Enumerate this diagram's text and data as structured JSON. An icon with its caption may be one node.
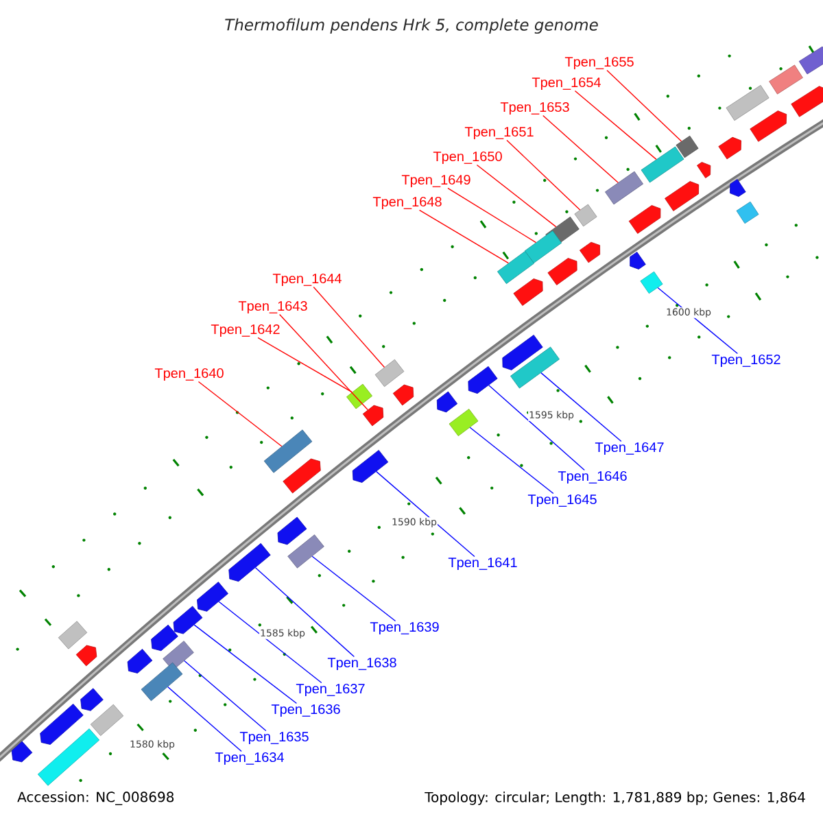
{
  "diagram": {
    "title": "*Thermofilum pendens Hrk 5, complete genome*",
    "nodes": [
      {
        "text": [
          "Tpen_1655"
        ]
      },
      {
        "text": [
          "Tpen_1654"
        ]
      },
      {
        "text": [
          "Tpen_1653"
        ]
      },
      {
        "text": [
          "Tpen_1651"
        ]
      },
      {
        "text": [
          "Tpen_1650"
        ]
      },
      {
        "text": [
          "Tpen_1649"
        ]
      },
      {
        "text": [
          "Tpen_1648"
        ]
      },
      {
        "text": [
          "Tpen_1644"
        ]
      },
      {
        "text": [
          "Tpen_1643"
        ]
      },
      {
        "text": [
          "Tpen_1642"
        ]
      },
      {
        "text": [
          "Tpen_1652"
        ]
      },
      {
        "text": [
          "Tpen_1640"
        ]
      },
      {
        "text": [
          "Tpen_1647"
        ]
      },
      {
        "text": [
          "Tpen_1646"
        ]
      },
      {
        "text": [
          "Tpen_1645"
        ]
      },
      {
        "text": [
          "Tpen_1641"
        ]
      },
      {
        "text": [
          "Tpen_1639"
        ]
      },
      {
        "text": [
          "Tpen_1638"
        ]
      },
      {
        "text": [
          "Tpen_1637"
        ]
      },
      {
        "text": [
          "Tpen_1636"
        ]
      },
      {
        "text": [
          "Tpen_1635"
        ]
      },
      {
        "text": [
          "Tpen_1634"
        ]
      },
      {
        "text": [],
        "shape": "box"
      },
      {
        "text": [],
        "shape": "box"
      },
      {
        "text": [],
        "shape": "box"
      },
      {
        "text": [],
        "shape": "box"
      },
      {
        "text": [],
        "shape": "box"
      },
      {
        "text": [],
        "shape": "box"
      },
      {
        "text": [],
        "shape": "box"
      },
      {
        "text": [],
        "shape": "box"
      },
      {
        "text": [],
        "shape": "arrow"
      },
      {
        "text": [],
        "shape": "box"
      },
      {
        "text": [],
        "shape": "box"
      },
      {
        "text": [],
        "shape": "box"
      },
      {
        "text": [],
        "shape": "box"
      },
      {
        "text": [],
        "shape": "arrow"
      },
      {
        "text": [],
        "shape": "box"
      },
      {
        "text": [],
        "shape": "arrow"
      },
      {
        "text": [],
        "shape": "box"
      },
      {
        "text": [],
        "shape": "arrow"
      },
      {
        "text": [],
        "shape": "arrow"
      },
      {
        "text": [],
        "shape": "arrow"
      },
      {
        "text": [],
        "shape": "box"
      },
      {
        "text": [],
        "shape": "box"
      },
      {
        "text": [],
        "shape": "arrow"
      },
      {
        "text": [],
        "shape": "arrow"
      },
      {
        "text": [],
        "shape": "arrow"
      },
      {
        "text": [],
        "shape": "arrow"
      },
      {
        "text": [],
        "shape": "arrow"
      },
      {
        "text": [],
        "shape": "arrow"
      },
      {
        "text": [],
        "shape": "arrow"
      },
      {
        "text": [],
        "shape": "arrow"
      },
      {
        "text": [],
        "shape": "arrow"
      },
      {
        "text": [],
        "shape": "box"
      },
      {
        "text": [],
        "shape": "box"
      },
      {
        "text": [],
        "shape": "box"
      },
      {
        "text": [],
        "shape": "arrow"
      },
      {
        "text": [],
        "shape": "arrow"
      },
      {
        "text": [],
        "shape": "arrow"
      },
      {
        "text": [],
        "shape": "box"
      },
      {
        "text": [],
        "shape": "arrow"
      },
      {
        "text": [],
        "shape": "arrow"
      },
      {
        "text": [],
        "shape": "arrow"
      },
      {
        "text": [],
        "shape": "arrow"
      },
      {
        "text": [],
        "shape": "arrow"
      },
      {
        "text": [],
        "shape": "arrow"
      },
      {
        "text": [],
        "shape": "arrow"
      },
      {
        "text": [],
        "shape": "arrow"
      },
      {
        "text": [],
        "shape": "arrow"
      },
      {
        "text": [],
        "shape": "arrow"
      },
      {
        "text": [],
        "shape": "box"
      },
      {
        "text": [],
        "shape": "box"
      },
      {
        "text": [],
        "shape": "box"
      }
    ],
    "edges": [
      {
        "from": 0,
        "to": 22,
        "arrow": "none",
        "color": "#ff0000"
      },
      {
        "from": 1,
        "to": 23,
        "arrow": "none",
        "color": "#ff0000"
      },
      {
        "from": 2,
        "to": 24,
        "arrow": "none",
        "color": "#ff0000"
      },
      {
        "from": 3,
        "to": 25,
        "arrow": "none",
        "color": "#ff0000"
      },
      {
        "from": 4,
        "to": 26,
        "arrow": "none",
        "color": "#ff0000"
      },
      {
        "from": 5,
        "to": 27,
        "arrow": "none",
        "color": "#ff0000"
      },
      {
        "from": 6,
        "to": 28,
        "arrow": "none",
        "color": "#ff0000"
      },
      {
        "from": 7,
        "to": 29,
        "arrow": "none",
        "color": "#ff0000"
      },
      {
        "from": 8,
        "to": 30,
        "arrow": "none",
        "color": "#ff0000"
      },
      {
        "from": 9,
        "to": 31,
        "arrow": "none",
        "color": "#ff0000"
      },
      {
        "from": 10,
        "to": 32,
        "arrow": "none",
        "color": "#0000ff"
      },
      {
        "from": 11,
        "to": 33,
        "arrow": "none",
        "color": "#ff0000"
      },
      {
        "from": 12,
        "to": 34,
        "arrow": "none",
        "color": "#0000ff"
      },
      {
        "from": 13,
        "to": 35,
        "arrow": "none",
        "color": "#0000ff"
      },
      {
        "from": 14,
        "to": 36,
        "arrow": "none",
        "color": "#0000ff"
      },
      {
        "from": 15,
        "to": 37,
        "arrow": "none",
        "color": "#0000ff"
      },
      {
        "from": 16,
        "to": 38,
        "arrow": "none",
        "color": "#0000ff"
      },
      {
        "from": 17,
        "to": 39,
        "arrow": "none",
        "color": "#0000ff"
      },
      {
        "from": 18,
        "to": 40,
        "arrow": "none",
        "color": "#0000ff"
      },
      {
        "from": 19,
        "to": 41,
        "arrow": "none",
        "color": "#0000ff"
      },
      {
        "from": 20,
        "to": 42,
        "arrow": "none",
        "color": "#0000ff"
      },
      {
        "from": 21,
        "to": 43,
        "arrow": "none",
        "color": "#0000ff"
      }
    ],
    "labels": [
      "1600 kbp",
      "1595 kbp",
      "1590 kbp",
      "1585 kbp",
      "1580 kbp",
      "Accession: NC_008698",
      "Topology: circular; Length: 1,781,889 bp; Genes: 1,864"
    ]
  }
}
